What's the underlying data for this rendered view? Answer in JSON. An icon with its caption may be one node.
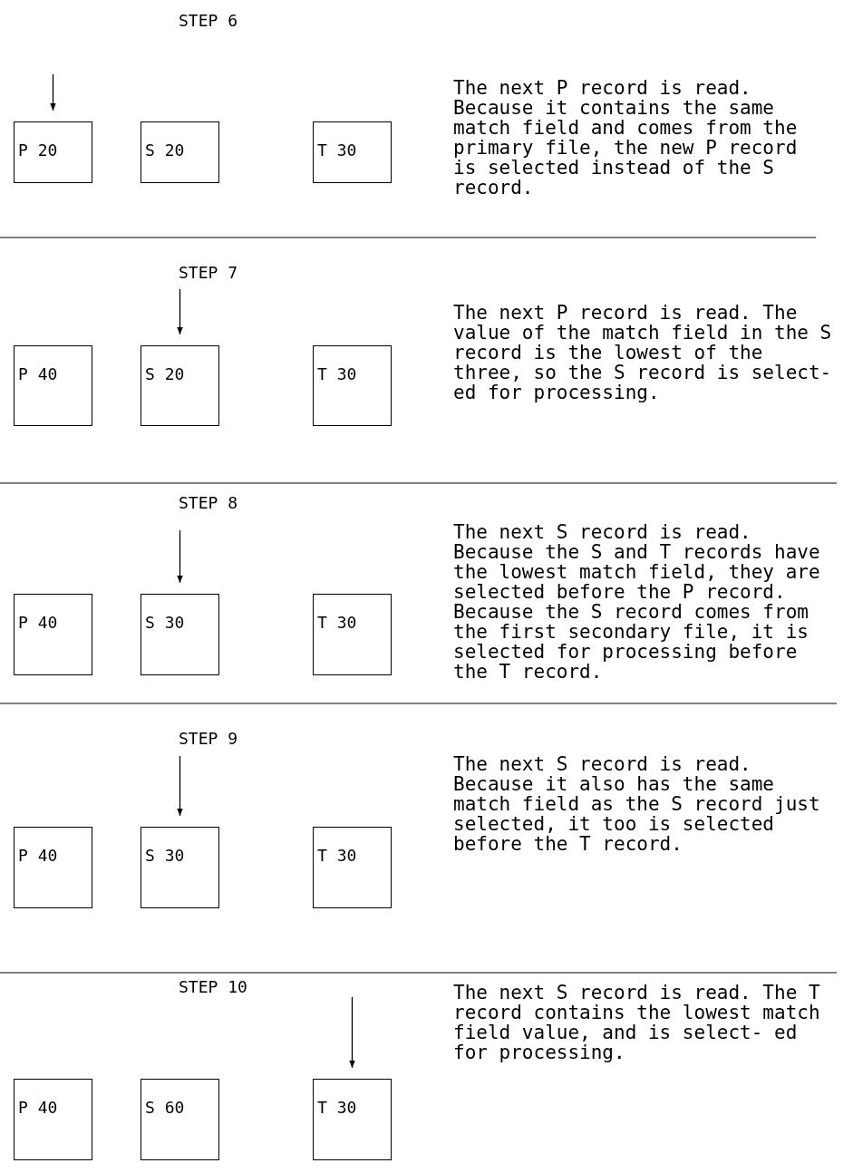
{
  "diagram": {
    "nodes": [
      {
        "text": [
          "P 20"
        ]
      },
      {
        "text": [
          "S 20"
        ]
      },
      {
        "text": [
          "T 30"
        ]
      },
      {
        "text": [
          "P 40"
        ]
      },
      {
        "text": [
          "S 20"
        ]
      },
      {
        "text": [
          "T 30"
        ]
      },
      {
        "text": [
          "P 40"
        ]
      },
      {
        "text": [
          "S 30"
        ]
      },
      {
        "text": [
          "T 30"
        ]
      },
      {
        "text": [
          "P 40"
        ]
      },
      {
        "text": [
          "S 30"
        ]
      },
      {
        "text": [
          "T 30"
        ]
      },
      {
        "text": [
          "P 40"
        ]
      },
      {
        "text": [
          "S 60"
        ]
      },
      {
        "text": [
          "T 30"
        ]
      }
    ],
    "edges": [
      {
        "from": null,
        "to": 0,
        "arrow": "to"
      },
      {
        "from": null,
        "to": 4,
        "arrow": "to"
      },
      {
        "from": null,
        "to": 7,
        "arrow": "to"
      },
      {
        "from": null,
        "to": 10,
        "arrow": "to"
      },
      {
        "from": null,
        "to": 14,
        "arrow": "to"
      }
    ],
    "labels": [
      "STEP 6",
      "The next P record is read. Because it contains the same match field and comes from the primary file, the new P record is selected instead of the S record.",
      "STEP 7",
      "The next P record is read. The value of the match field in the S record is the lowest of the three, so the S record is select- ed for processing.",
      "STEP 8",
      "The next S record is read. Because the S and T records have the lowest match field, they are selected before the P record. Because the S record comes from the first secondary file, it is selected for processing before the T record.",
      "STEP 9",
      "The next S record is read. Because it also has the same match field as the S record just selected, it too is selected before the T record.",
      "STEP 10",
      "The next S record is read. The T record contains the lowest match field value, and is select- ed for processing."
    ]
  }
}
